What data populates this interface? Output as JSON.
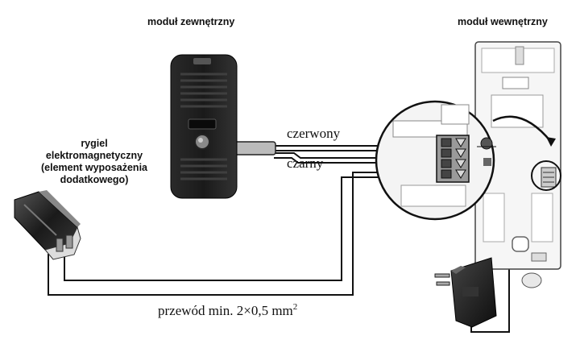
{
  "labels": {
    "outdoor_module": "moduł zewnętrzny",
    "indoor_module": "moduł wewnętrzny",
    "lock_line1": "rygiel",
    "lock_line2": "elektromagnetyczny",
    "lock_line3": "(element wyposażenia",
    "lock_line4": "dodatkowego)",
    "wire_red": "czerwony",
    "wire_black": "czarny",
    "cable_spec": "przewód min. 2×0,5 mm",
    "cable_spec_sup": "2"
  },
  "icons": {
    "outdoor_panel": "door-intercom-panel-icon",
    "indoor_unit": "intercom-handset-base-icon",
    "lock": "electromagnetic-lock-icon",
    "power_adapter": "power-adapter-icon",
    "terminal_block": "screw-terminal-block-icon"
  }
}
